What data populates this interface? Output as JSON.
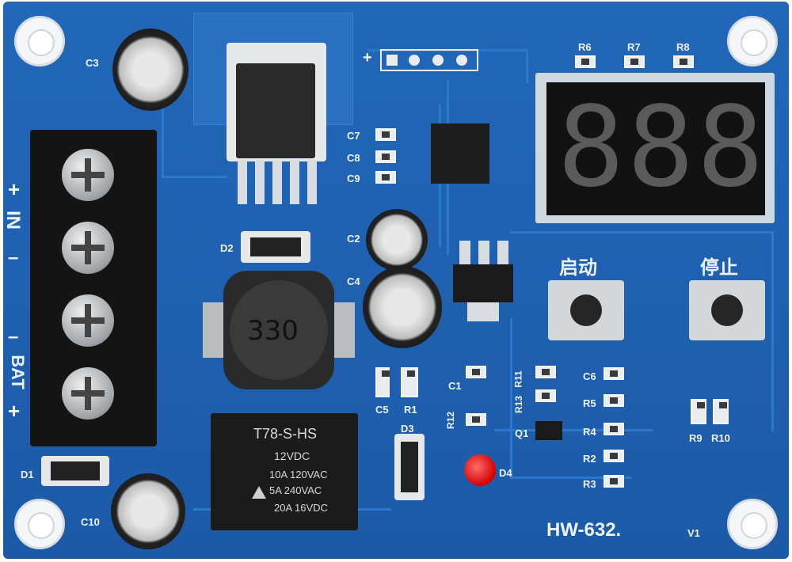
{
  "board_model": "HW-632.",
  "version_mark": "V1",
  "terminal_labels": {
    "plus_top": "+",
    "in": "IN",
    "minus_top": "–",
    "minus_bottom": "–",
    "bat": "BAT",
    "plus_bottom": "+"
  },
  "components": {
    "c3": "C3",
    "c2": "C2",
    "c4": "C4",
    "c5": "C5",
    "c1": "C1",
    "c6": "C6",
    "c7": "C7",
    "c8": "C8",
    "c9": "C9",
    "c10": "C10",
    "d1": "D1",
    "d2": "D2",
    "d3": "D3",
    "d4": "D4",
    "r1": "R1",
    "r2": "R2",
    "r3": "R3",
    "r4": "R4",
    "r5": "R5",
    "r6": "R6",
    "r7": "R7",
    "r8": "R8",
    "r9": "R9",
    "r10": "R10",
    "r11": "R11",
    "r12": "R12",
    "r13": "R13",
    "q1": "Q1",
    "header_plus": "+"
  },
  "inductor_marking": "330",
  "relay": {
    "model": "T78-S-HS",
    "coil": "12VDC",
    "rating1": "10A 120VAC",
    "rating2": "5A 240VAC",
    "rating3": "20A 16VDC"
  },
  "buttons": {
    "start_label": "启动",
    "stop_label": "停止"
  },
  "display": {
    "digits": [
      "8",
      "8",
      "8"
    ]
  }
}
